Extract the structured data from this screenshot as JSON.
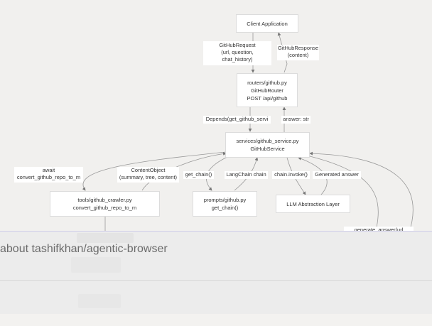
{
  "diagram": {
    "nodes": {
      "client": [
        "Client Application"
      ],
      "router": [
        "routers/github.py",
        "GitHubRouter",
        "POST /api/github"
      ],
      "service": [
        "services/github_service.py",
        "GitHubService"
      ],
      "crawler": [
        "tools/github_crawler.py",
        "convert_github_repo_to_m"
      ],
      "prompts": [
        "prompts/github.py",
        "get_chain()"
      ],
      "llm": [
        "LLM Abstraction Layer"
      ]
    },
    "edge_labels": {
      "request": [
        "GitHubRequest",
        "(url, question,",
        "chat_history)"
      ],
      "response": [
        "GitHubResponse",
        "(content)"
      ],
      "depends": [
        "Depends(get_github_servi"
      ],
      "answer": [
        "answer: str"
      ],
      "await": [
        "await",
        "convert_github_repo_to_m"
      ],
      "content_object": [
        "ContentObject",
        "(summary, tree, content)"
      ],
      "get_chain": [
        "get_chain()"
      ],
      "langchain": [
        "LangChain chain"
      ],
      "invoke": [
        "chain.invoke()"
      ],
      "generated": [
        "Generated answer"
      ],
      "generate_answer": [
        "generate_answer(url"
      ]
    }
  },
  "panel": {
    "title": "about tashifkhan/agentic-browser"
  }
}
